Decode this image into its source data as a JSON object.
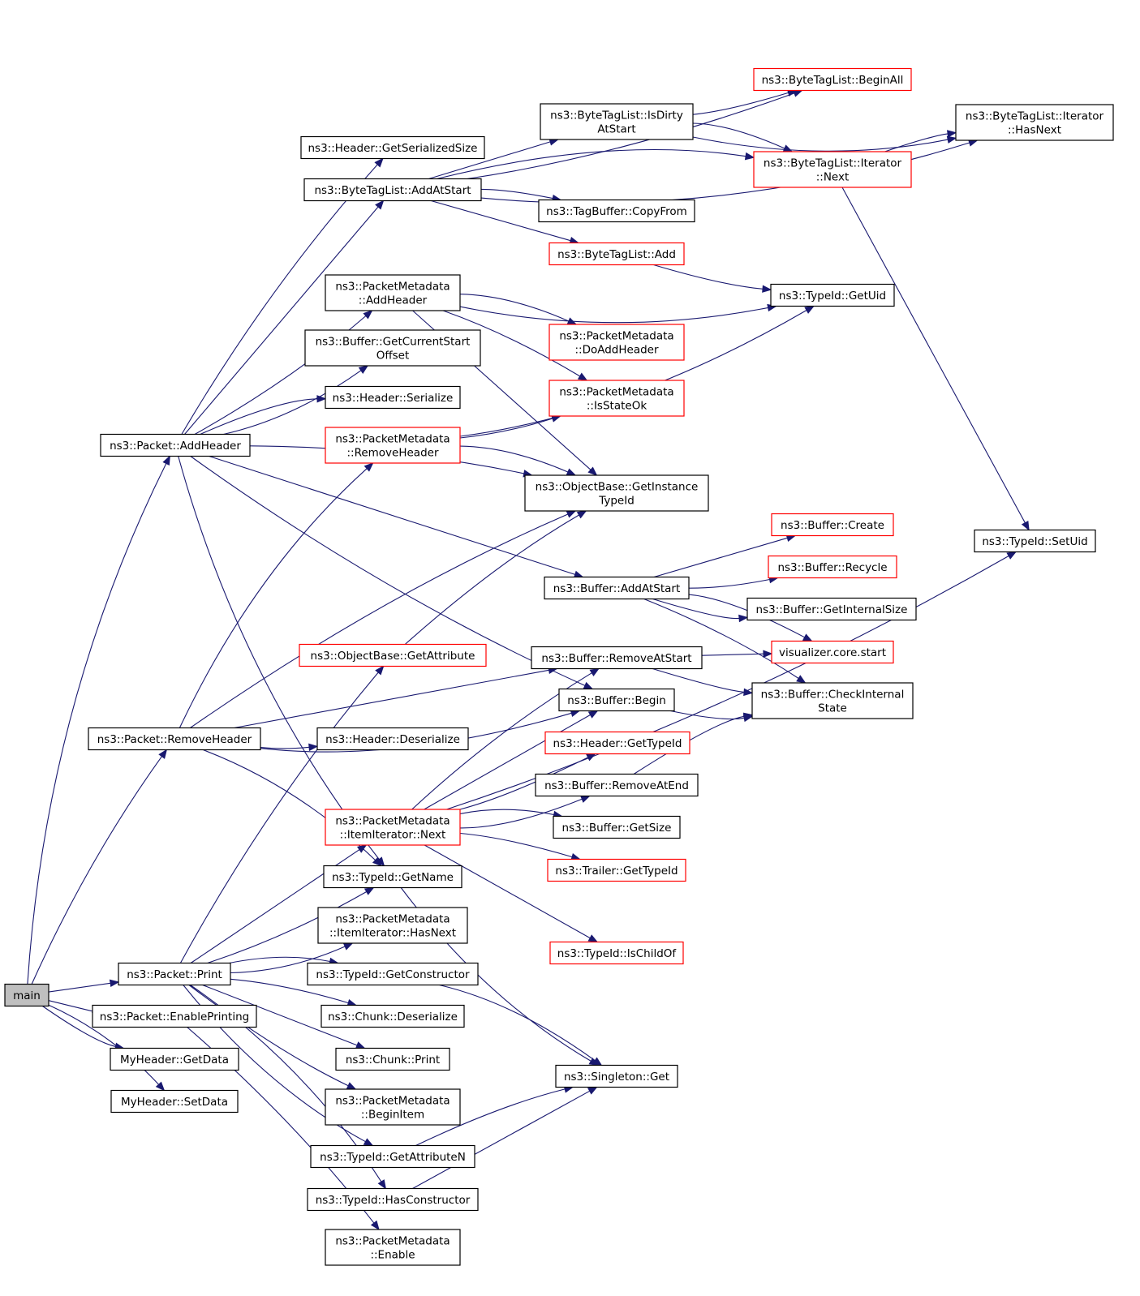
{
  "graph": {
    "nodes": [
      {
        "id": "main",
        "lines": [
          "main"
        ],
        "style": "root"
      },
      {
        "id": "pkt_addheader",
        "lines": [
          "ns3::Packet::AddHeader"
        ],
        "style": "black"
      },
      {
        "id": "pkt_removeheader",
        "lines": [
          "ns3::Packet::RemoveHeader"
        ],
        "style": "black"
      },
      {
        "id": "pkt_print",
        "lines": [
          "ns3::Packet::Print"
        ],
        "style": "black"
      },
      {
        "id": "pkt_enableprinting",
        "lines": [
          "ns3::Packet::EnablePrinting"
        ],
        "style": "black"
      },
      {
        "id": "myheader_getdata",
        "lines": [
          "MyHeader::GetData"
        ],
        "style": "black"
      },
      {
        "id": "myheader_setdata",
        "lines": [
          "MyHeader::SetData"
        ],
        "style": "black"
      },
      {
        "id": "header_getserializedsize",
        "lines": [
          "ns3::Header::GetSerializedSize"
        ],
        "style": "black"
      },
      {
        "id": "btl_addatstart",
        "lines": [
          "ns3::ByteTagList::AddAtStart"
        ],
        "style": "black"
      },
      {
        "id": "pm_addheader",
        "lines": [
          "ns3::PacketMetadata",
          "::AddHeader"
        ],
        "style": "black"
      },
      {
        "id": "buffer_getcurrentstartoffset",
        "lines": [
          "ns3::Buffer::GetCurrentStart",
          "Offset"
        ],
        "style": "black"
      },
      {
        "id": "header_serialize",
        "lines": [
          "ns3::Header::Serialize"
        ],
        "style": "black"
      },
      {
        "id": "pm_removeheader",
        "lines": [
          "ns3::PacketMetadata",
          "::RemoveHeader"
        ],
        "style": "red"
      },
      {
        "id": "objectbase_getattribute",
        "lines": [
          "ns3::ObjectBase::GetAttribute"
        ],
        "style": "red"
      },
      {
        "id": "header_deserialize",
        "lines": [
          "ns3::Header::Deserialize"
        ],
        "style": "black"
      },
      {
        "id": "pm_itemiterator_next",
        "lines": [
          "ns3::PacketMetadata",
          "::ItemIterator::Next"
        ],
        "style": "red"
      },
      {
        "id": "typeid_getname",
        "lines": [
          "ns3::TypeId::GetName"
        ],
        "style": "black"
      },
      {
        "id": "pm_itemiterator_hasnext",
        "lines": [
          "ns3::PacketMetadata",
          "::ItemIterator::HasNext"
        ],
        "style": "black"
      },
      {
        "id": "typeid_getconstructor",
        "lines": [
          "ns3::TypeId::GetConstructor"
        ],
        "style": "black"
      },
      {
        "id": "chunk_deserialize",
        "lines": [
          "ns3::Chunk::Deserialize"
        ],
        "style": "black"
      },
      {
        "id": "chunk_print",
        "lines": [
          "ns3::Chunk::Print"
        ],
        "style": "black"
      },
      {
        "id": "pm_beginitem",
        "lines": [
          "ns3::PacketMetadata",
          "::BeginItem"
        ],
        "style": "black"
      },
      {
        "id": "typeid_getattributen",
        "lines": [
          "ns3::TypeId::GetAttributeN"
        ],
        "style": "black"
      },
      {
        "id": "typeid_hasconstructor",
        "lines": [
          "ns3::TypeId::HasConstructor"
        ],
        "style": "black"
      },
      {
        "id": "pm_enable",
        "lines": [
          "ns3::PacketMetadata",
          "::Enable"
        ],
        "style": "black"
      },
      {
        "id": "btl_isdirtyatstart",
        "lines": [
          "ns3::ByteTagList::IsDirty",
          "AtStart"
        ],
        "style": "black"
      },
      {
        "id": "tagbuffer_copyfrom",
        "lines": [
          "ns3::TagBuffer::CopyFrom"
        ],
        "style": "black"
      },
      {
        "id": "btl_add",
        "lines": [
          "ns3::ByteTagList::Add"
        ],
        "style": "red"
      },
      {
        "id": "pm_doaddheader",
        "lines": [
          "ns3::PacketMetadata",
          "::DoAddHeader"
        ],
        "style": "red"
      },
      {
        "id": "pm_isstateok",
        "lines": [
          "ns3::PacketMetadata",
          "::IsStateOk"
        ],
        "style": "red"
      },
      {
        "id": "objectbase_getinstancetypeid",
        "lines": [
          "ns3::ObjectBase::GetInstance",
          "TypeId"
        ],
        "style": "black"
      },
      {
        "id": "buffer_addatstart",
        "lines": [
          "ns3::Buffer::AddAtStart"
        ],
        "style": "black"
      },
      {
        "id": "buffer_removeatstart",
        "lines": [
          "ns3::Buffer::RemoveAtStart"
        ],
        "style": "black"
      },
      {
        "id": "buffer_begin",
        "lines": [
          "ns3::Buffer::Begin"
        ],
        "style": "black"
      },
      {
        "id": "header_gettypeid",
        "lines": [
          "ns3::Header::GetTypeId"
        ],
        "style": "red"
      },
      {
        "id": "buffer_removeatend",
        "lines": [
          "ns3::Buffer::RemoveAtEnd"
        ],
        "style": "black"
      },
      {
        "id": "buffer_getsize",
        "lines": [
          "ns3::Buffer::GetSize"
        ],
        "style": "black"
      },
      {
        "id": "trailer_gettypeid",
        "lines": [
          "ns3::Trailer::GetTypeId"
        ],
        "style": "red"
      },
      {
        "id": "typeid_ischildof",
        "lines": [
          "ns3::TypeId::IsChildOf"
        ],
        "style": "red"
      },
      {
        "id": "singleton_get",
        "lines": [
          "ns3::Singleton::Get"
        ],
        "style": "black"
      },
      {
        "id": "btl_beginall",
        "lines": [
          "ns3::ByteTagList::BeginAll"
        ],
        "style": "red"
      },
      {
        "id": "btl_iterator_next",
        "lines": [
          "ns3::ByteTagList::Iterator",
          "::Next"
        ],
        "style": "red"
      },
      {
        "id": "typeid_getuid",
        "lines": [
          "ns3::TypeId::GetUid"
        ],
        "style": "black"
      },
      {
        "id": "buffer_create",
        "lines": [
          "ns3::Buffer::Create"
        ],
        "style": "red"
      },
      {
        "id": "buffer_recycle",
        "lines": [
          "ns3::Buffer::Recycle"
        ],
        "style": "red"
      },
      {
        "id": "buffer_getinternalsize",
        "lines": [
          "ns3::Buffer::GetInternalSize"
        ],
        "style": "black"
      },
      {
        "id": "visualizer_core_start",
        "lines": [
          "visualizer.core.start"
        ],
        "style": "red"
      },
      {
        "id": "buffer_checkinternalstate",
        "lines": [
          "ns3::Buffer::CheckInternal",
          "State"
        ],
        "style": "black"
      },
      {
        "id": "btl_iterator_hasnext",
        "lines": [
          "ns3::ByteTagList::Iterator",
          "::HasNext"
        ],
        "style": "black"
      },
      {
        "id": "typeid_setuid",
        "lines": [
          "ns3::TypeId::SetUid"
        ],
        "style": "black"
      }
    ],
    "edges": [
      {
        "from": "main",
        "to": "pkt_addheader"
      },
      {
        "from": "main",
        "to": "pkt_removeheader"
      },
      {
        "from": "main",
        "to": "pkt_print"
      },
      {
        "from": "main",
        "to": "pkt_enableprinting"
      },
      {
        "from": "main",
        "to": "myheader_getdata"
      },
      {
        "from": "main",
        "to": "myheader_setdata"
      },
      {
        "from": "pkt_addheader",
        "to": "header_getserializedsize"
      },
      {
        "from": "pkt_addheader",
        "to": "btl_addatstart"
      },
      {
        "from": "pkt_addheader",
        "to": "pm_addheader"
      },
      {
        "from": "pkt_addheader",
        "to": "buffer_getcurrentstartoffset"
      },
      {
        "from": "pkt_addheader",
        "to": "header_serialize"
      },
      {
        "from": "pkt_addheader",
        "to": "objectbase_getinstancetypeid"
      },
      {
        "from": "pkt_addheader",
        "to": "buffer_addatstart"
      },
      {
        "from": "pkt_addheader",
        "to": "buffer_begin"
      },
      {
        "from": "pkt_addheader",
        "to": "typeid_getname"
      },
      {
        "from": "pkt_removeheader",
        "to": "pm_removeheader"
      },
      {
        "from": "pkt_removeheader",
        "to": "objectbase_getinstancetypeid"
      },
      {
        "from": "pkt_removeheader",
        "to": "buffer_removeatstart"
      },
      {
        "from": "pkt_removeheader",
        "to": "header_deserialize"
      },
      {
        "from": "pkt_removeheader",
        "to": "buffer_begin"
      },
      {
        "from": "pkt_removeheader",
        "to": "typeid_getname"
      },
      {
        "from": "pkt_print",
        "to": "objectbase_getattribute"
      },
      {
        "from": "pkt_print",
        "to": "pm_itemiterator_next"
      },
      {
        "from": "pkt_print",
        "to": "typeid_getname"
      },
      {
        "from": "pkt_print",
        "to": "pm_itemiterator_hasnext"
      },
      {
        "from": "pkt_print",
        "to": "typeid_getconstructor"
      },
      {
        "from": "pkt_print",
        "to": "chunk_deserialize"
      },
      {
        "from": "pkt_print",
        "to": "chunk_print"
      },
      {
        "from": "pkt_print",
        "to": "pm_beginitem"
      },
      {
        "from": "pkt_print",
        "to": "typeid_getattributen"
      },
      {
        "from": "pkt_print",
        "to": "typeid_hasconstructor"
      },
      {
        "from": "pkt_enableprinting",
        "to": "pm_enable"
      },
      {
        "from": "btl_addatstart",
        "to": "btl_isdirtyatstart"
      },
      {
        "from": "btl_addatstart",
        "to": "btl_beginall"
      },
      {
        "from": "btl_addatstart",
        "to": "btl_iterator_hasnext"
      },
      {
        "from": "btl_addatstart",
        "to": "btl_iterator_next"
      },
      {
        "from": "btl_addatstart",
        "to": "tagbuffer_copyfrom"
      },
      {
        "from": "btl_addatstart",
        "to": "btl_add"
      },
      {
        "from": "btl_isdirtyatstart",
        "to": "btl_beginall"
      },
      {
        "from": "btl_isdirtyatstart",
        "to": "btl_iterator_hasnext"
      },
      {
        "from": "btl_isdirtyatstart",
        "to": "btl_iterator_next"
      },
      {
        "from": "btl_iterator_next",
        "to": "btl_iterator_hasnext"
      },
      {
        "from": "btl_iterator_next",
        "to": "typeid_setuid"
      },
      {
        "from": "btl_add",
        "to": "typeid_getuid"
      },
      {
        "from": "pm_addheader",
        "to": "typeid_getuid"
      },
      {
        "from": "pm_addheader",
        "to": "pm_doaddheader"
      },
      {
        "from": "pm_addheader",
        "to": "pm_isstateok"
      },
      {
        "from": "pm_addheader",
        "to": "objectbase_getinstancetypeid"
      },
      {
        "from": "pm_removeheader",
        "to": "pm_isstateok"
      },
      {
        "from": "pm_removeheader",
        "to": "typeid_getuid"
      },
      {
        "from": "pm_removeheader",
        "to": "objectbase_getinstancetypeid"
      },
      {
        "from": "objectbase_getattribute",
        "to": "objectbase_getinstancetypeid"
      },
      {
        "from": "buffer_addatstart",
        "to": "buffer_create"
      },
      {
        "from": "buffer_addatstart",
        "to": "buffer_recycle"
      },
      {
        "from": "buffer_addatstart",
        "to": "buffer_getinternalsize"
      },
      {
        "from": "buffer_addatstart",
        "to": "visualizer_core_start"
      },
      {
        "from": "buffer_addatstart",
        "to": "buffer_checkinternalstate"
      },
      {
        "from": "buffer_removeatstart",
        "to": "visualizer_core_start"
      },
      {
        "from": "buffer_removeatstart",
        "to": "buffer_checkinternalstate"
      },
      {
        "from": "buffer_begin",
        "to": "buffer_checkinternalstate"
      },
      {
        "from": "buffer_removeatend",
        "to": "buffer_checkinternalstate"
      },
      {
        "from": "pm_itemiterator_next",
        "to": "buffer_removeatstart"
      },
      {
        "from": "pm_itemiterator_next",
        "to": "buffer_begin"
      },
      {
        "from": "pm_itemiterator_next",
        "to": "header_gettypeid"
      },
      {
        "from": "pm_itemiterator_next",
        "to": "buffer_removeatend"
      },
      {
        "from": "pm_itemiterator_next",
        "to": "buffer_getsize"
      },
      {
        "from": "pm_itemiterator_next",
        "to": "trailer_gettypeid"
      },
      {
        "from": "pm_itemiterator_next",
        "to": "typeid_ischildof"
      },
      {
        "from": "pm_itemiterator_next",
        "to": "typeid_setuid"
      },
      {
        "from": "typeid_getname",
        "to": "singleton_get"
      },
      {
        "from": "typeid_getconstructor",
        "to": "singleton_get"
      },
      {
        "from": "typeid_getattributen",
        "to": "singleton_get"
      },
      {
        "from": "typeid_hasconstructor",
        "to": "singleton_get"
      }
    ]
  }
}
